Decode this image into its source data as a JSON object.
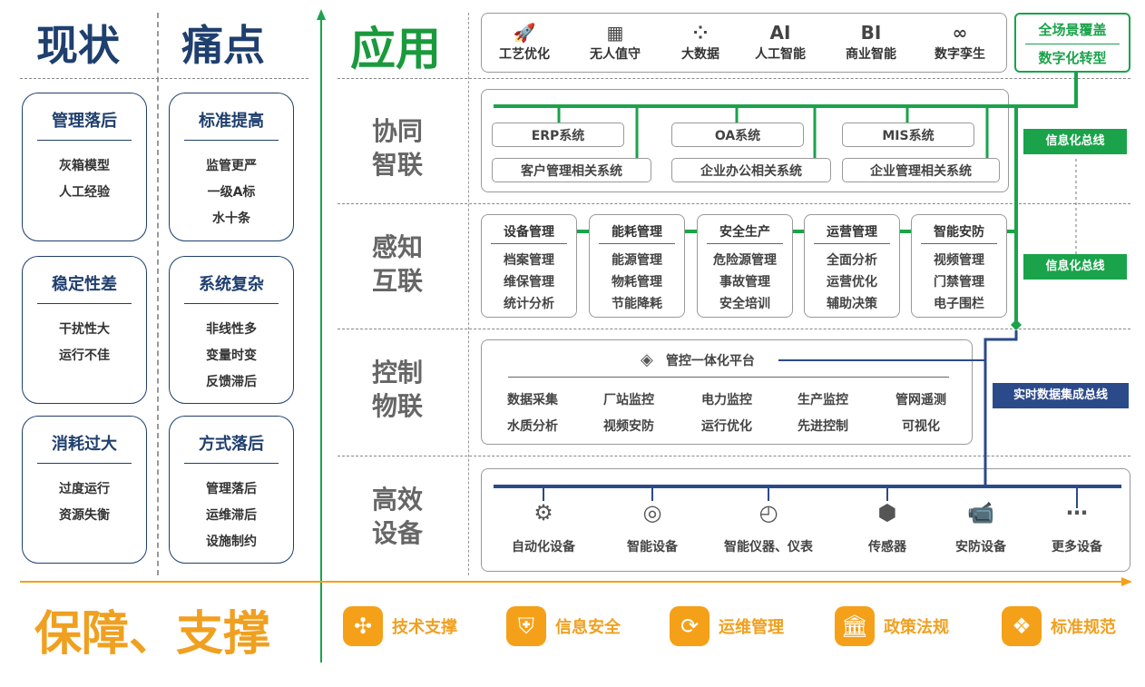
{
  "left": {
    "title_status": "现状",
    "title_pain": "痛点",
    "status_cards": [
      {
        "title": "管理落后",
        "items": [
          "灰箱模型",
          "人工经验"
        ]
      },
      {
        "title": "稳定性差",
        "items": [
          "干扰性大",
          "运行不佳"
        ]
      },
      {
        "title": "消耗过大",
        "items": [
          "过度运行",
          "资源失衡"
        ]
      }
    ],
    "pain_cards": [
      {
        "title": "标准提高",
        "items": [
          "监管更严",
          "一级A标",
          "水十条"
        ]
      },
      {
        "title": "系统复杂",
        "items": [
          "非线性多",
          "变量时变",
          "反馈滞后"
        ]
      },
      {
        "title": "方式落后",
        "items": [
          "管理落后",
          "运维滞后",
          "设施制约"
        ]
      }
    ]
  },
  "app": {
    "title": "应用",
    "items": [
      {
        "label": "工艺优化",
        "icon": "rocket-icon",
        "glyph": "🚀"
      },
      {
        "label": "无人值守",
        "icon": "qr-grid-icon",
        "glyph": "▦"
      },
      {
        "label": "大数据",
        "icon": "network-nodes-icon",
        "glyph": "⁘"
      },
      {
        "label": "人工智能",
        "icon": "ai-icon",
        "glyph": "AI"
      },
      {
        "label": "商业智能",
        "icon": "bi-icon",
        "glyph": "BI"
      },
      {
        "label": "数字孪生",
        "icon": "infinity-icon",
        "glyph": "∞"
      }
    ],
    "coverage_top": "全场景覆盖",
    "coverage_bottom": "数字化转型"
  },
  "layers": {
    "collab": "协同\n智联",
    "sense": "感知\n互联",
    "control": "控制\n物联",
    "device": "高效\n设备"
  },
  "collab": {
    "row1": [
      "ERP系统",
      "OA系统",
      "MIS系统"
    ],
    "row2": [
      "客户管理相关系统",
      "企业办公相关系统",
      "企业管理相关系统"
    ]
  },
  "sense": [
    {
      "title": "设备管理",
      "items": [
        "档案管理",
        "维保管理",
        "统计分析"
      ]
    },
    {
      "title": "能耗管理",
      "items": [
        "能源管理",
        "物耗管理",
        "节能降耗"
      ]
    },
    {
      "title": "安全生产",
      "items": [
        "危险源管理",
        "事故管理",
        "安全培训"
      ]
    },
    {
      "title": "运营管理",
      "items": [
        "全面分析",
        "运营优化",
        "辅助决策"
      ]
    },
    {
      "title": "智能安防",
      "items": [
        "视频管理",
        "门禁管理",
        "电子围栏"
      ]
    }
  ],
  "control": {
    "platform": "管控一体化平台",
    "row1": [
      "数据采集",
      "厂站监控",
      "电力监控",
      "生产监控",
      "管网遥测"
    ],
    "row2": [
      "水质分析",
      "视频安防",
      "运行优化",
      "先进控制",
      "可视化"
    ]
  },
  "devices": [
    {
      "label": "自动化设备",
      "icon": "automation-icon",
      "glyph": "⚙"
    },
    {
      "label": "智能设备",
      "icon": "smart-device-icon",
      "glyph": "◎"
    },
    {
      "label": "智能仪器、仪表",
      "icon": "gauge-icon",
      "glyph": "◴"
    },
    {
      "label": "传感器",
      "icon": "sensor-icon",
      "glyph": "⬢"
    },
    {
      "label": "安防设备",
      "icon": "cctv-icon",
      "glyph": "📹"
    },
    {
      "label": "更多设备",
      "icon": "more-icon",
      "glyph": "⋯"
    }
  ],
  "buses": {
    "info1": "信息化总线",
    "info2": "信息化总线",
    "realtime": "实时数据集成总线"
  },
  "support": {
    "title": "保障、支撑",
    "items": [
      {
        "label": "技术支撑",
        "icon": "tech-support-icon",
        "glyph": "✣"
      },
      {
        "label": "信息安全",
        "icon": "shield-icon",
        "glyph": "⛨"
      },
      {
        "label": "运维管理",
        "icon": "ops-cycle-icon",
        "glyph": "⟳"
      },
      {
        "label": "政策法规",
        "icon": "institution-icon",
        "glyph": "🏛"
      },
      {
        "label": "标准规范",
        "icon": "standard-icon",
        "glyph": "❖"
      }
    ]
  },
  "colors": {
    "green": "#1aa34a",
    "blue": "#2b4a8a",
    "navy": "#1f3f6e",
    "orange": "#f5a019"
  }
}
